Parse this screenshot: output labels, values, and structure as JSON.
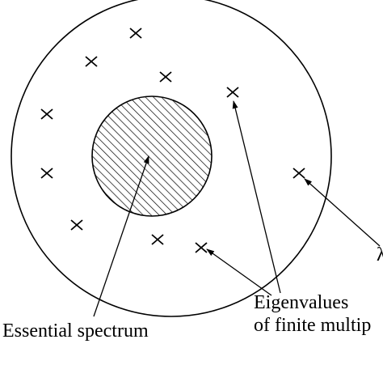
{
  "diagram": {
    "labels": {
      "essential_spectrum": "Essential spectrum",
      "eigenvalues_line1": "Eigenvalues",
      "eigenvalues_line2": "of finite multip",
      "edge_label": "λ"
    },
    "colors": {
      "stroke": "#000000",
      "background": "#ffffff"
    },
    "marker_symbol": "cross",
    "eigenvalue_count": 10,
    "inner_disk_fill": "diagonal-hatch"
  }
}
